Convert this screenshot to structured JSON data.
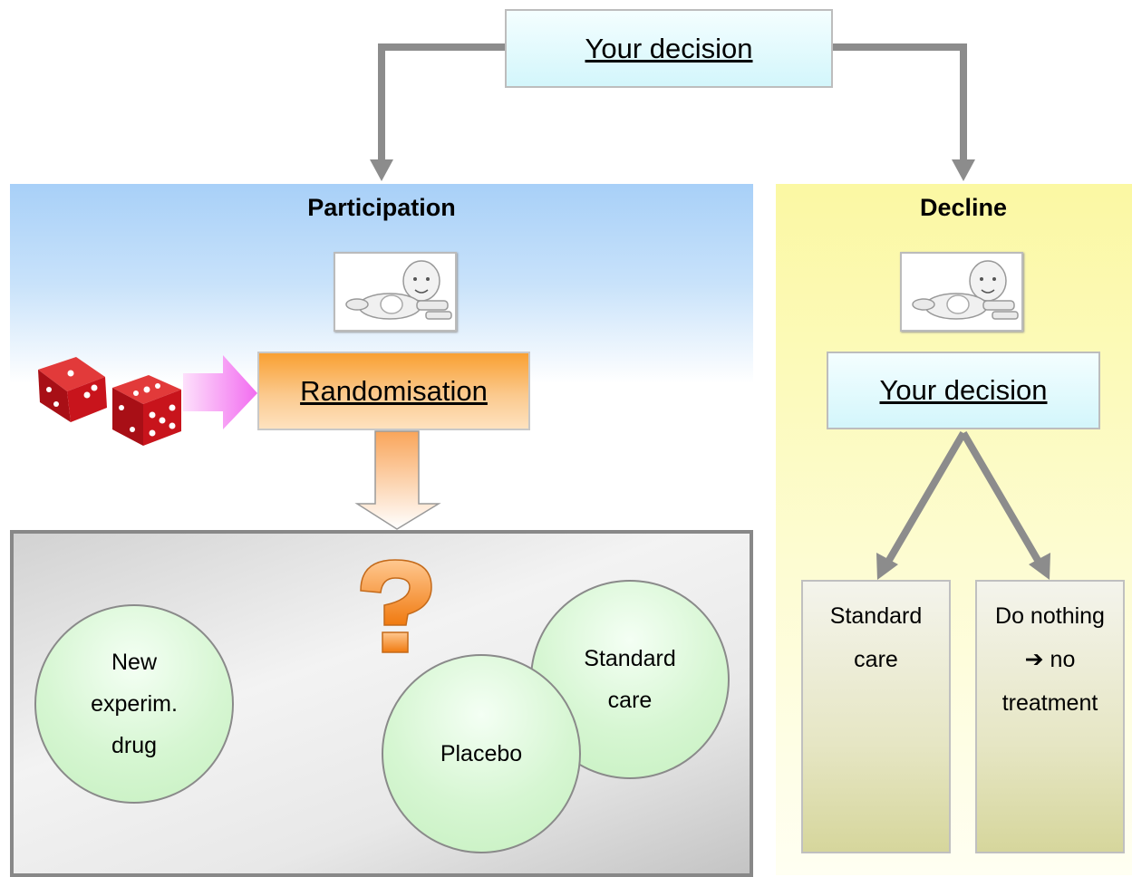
{
  "top": {
    "decision_label": "Your decision"
  },
  "participation": {
    "title": "Participation",
    "randomisation_label": "Randomisation",
    "arms": [
      {
        "label": "New\nexperim.\ndrug"
      },
      {
        "label": "Standard\ncare"
      },
      {
        "label": "Placebo"
      }
    ]
  },
  "decline": {
    "title": "Decline",
    "decision_label": "Your decision",
    "options": [
      {
        "label": "Standard\ncare"
      },
      {
        "label": "Do nothing\n➔ no\ntreatment"
      }
    ]
  },
  "colors": {
    "connector": "#8c8c8c",
    "participation_panel": "#a8d0f8",
    "decline_panel": "#fbf8a3",
    "randomisation_box": "#f9a032",
    "question_mark": "#f7941d",
    "dice": "#c8141c",
    "pink_arrow": "#f26cf0",
    "arm_circle": "#d6f6d2"
  },
  "icons": [
    "baby-icon",
    "dice-icon",
    "question-mark-icon"
  ]
}
